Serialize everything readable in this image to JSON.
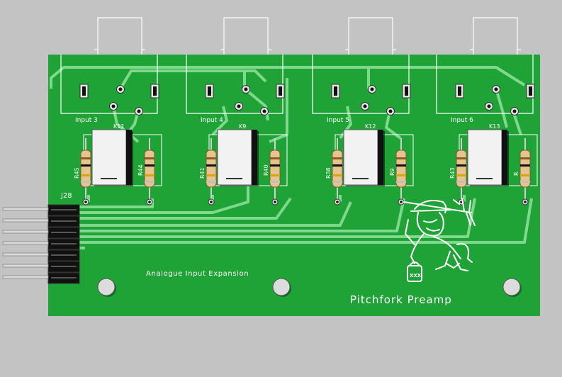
{
  "board": {
    "title": "Pitchfork Preamp",
    "subtitle": "Analogue Input Expansion",
    "header_ref": "J28",
    "colors": {
      "background": "#c3c3c3",
      "pcb": "#1fa336",
      "trace": "#7fd98c",
      "silkscreen": "#ffffff",
      "relay_body": "#f2f2f2",
      "resistor_body": "#e7c38d"
    }
  },
  "channels": [
    {
      "label": "Input 3",
      "relay": "K11",
      "resistor_left": "R45",
      "resistor_right": "R44"
    },
    {
      "label": "Input 4",
      "relay": "K9",
      "resistor_left": "R41",
      "resistor_right": "R40"
    },
    {
      "label": "Input 5",
      "relay": "K12",
      "resistor_left": "R38",
      "resistor_right": "R9"
    },
    {
      "label": "Input 6",
      "relay": "K13",
      "resistor_left": "R43",
      "resistor_right": "R"
    }
  ],
  "logo": {
    "icon": "pitchfork-devil-icon",
    "text": "XXX"
  }
}
